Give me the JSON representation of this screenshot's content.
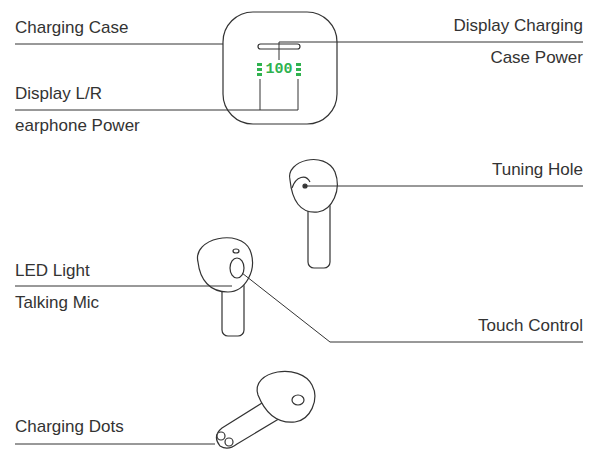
{
  "diagram": {
    "labels": [
      "Charging Case",
      "Display Charging Case Power",
      "100",
      "Display L/R earphone Power",
      "Tuning Hole",
      "LED Light",
      "Talking Mic",
      "Touch Control",
      "Charging Dots"
    ]
  }
}
